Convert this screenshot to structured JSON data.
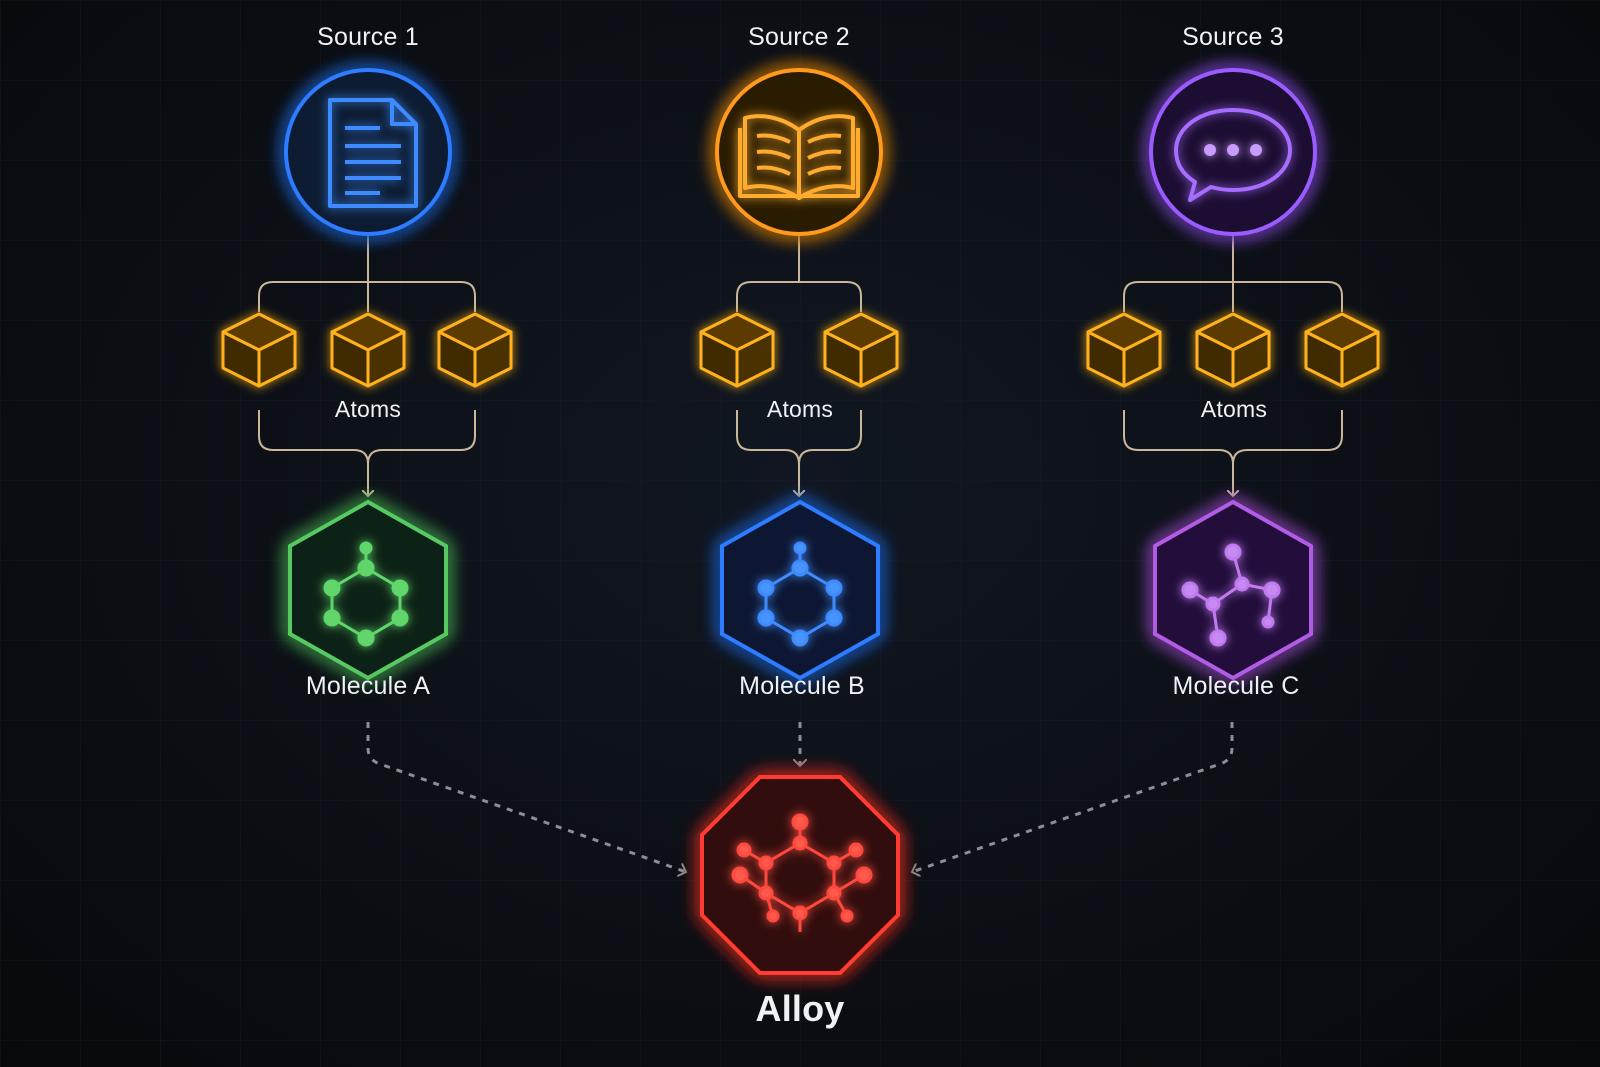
{
  "diagram": {
    "sources": [
      {
        "label": "Source 1",
        "icon": "document-icon",
        "color": "#2f7bff",
        "atom_count": 3
      },
      {
        "label": "Source 2",
        "icon": "book-icon",
        "color": "#ff9a1a",
        "atom_count": 2
      },
      {
        "label": "Source 3",
        "icon": "chat-bubble-icon",
        "color": "#9b5cff",
        "atom_count": 3
      }
    ],
    "atoms_label": "Atoms",
    "molecules": [
      {
        "label": "Molecule A",
        "color": "#4fc35a"
      },
      {
        "label": "Molecule B",
        "color": "#2f7bff"
      },
      {
        "label": "Molecule C",
        "color": "#b25ce6"
      }
    ],
    "alloy": {
      "label": "Alloy",
      "color": "#ff3b30"
    },
    "atom_color": "#ffb21a",
    "connector_color": "#c9b79a"
  }
}
